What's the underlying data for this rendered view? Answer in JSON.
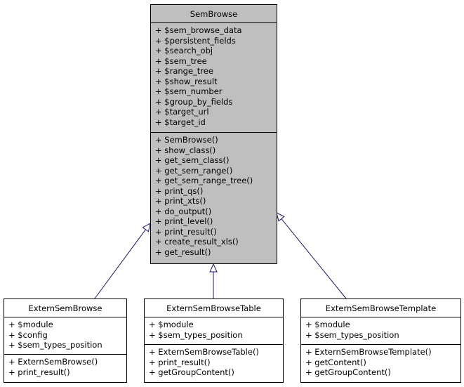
{
  "classes": [
    {
      "id": "SemBrowse",
      "title": "SemBrowse",
      "base": true,
      "attributes": [
        "+ $sem_browse_data",
        "+ $persistent_fields",
        "+ $search_obj",
        "+ $sem_tree",
        "+ $range_tree",
        "+ $show_result",
        "+ $sem_number",
        "+ $group_by_fields",
        "+ $target_url",
        "+ $target_id"
      ],
      "methods": [
        "+ SemBrowse()",
        "+ show_class()",
        "+ get_sem_class()",
        "+ get_sem_range()",
        "+ get_sem_range_tree()",
        "+ print_qs()",
        "+ print_xts()",
        "+ do_output()",
        "+ print_level()",
        "+ print_result()",
        "+ create_result_xls()",
        "+ get_result()"
      ]
    },
    {
      "id": "ExternSemBrowse",
      "title": "ExternSemBrowse",
      "attributes": [
        "+ $module",
        "+ $config",
        "+ $sem_types_position"
      ],
      "methods": [
        "+ ExternSemBrowse()",
        "+ print_result()"
      ]
    },
    {
      "id": "ExternSemBrowseTable",
      "title": "ExternSemBrowseTable",
      "attributes": [
        "+ $module",
        "+ $sem_types_position"
      ],
      "methods": [
        "+ ExternSemBrowseTable()",
        "+ print_result()",
        "+ getGroupContent()"
      ]
    },
    {
      "id": "ExternSemBrowseTemplate",
      "title": "ExternSemBrowseTemplate",
      "attributes": [
        "+ $module",
        "+ $sem_types_position"
      ],
      "methods": [
        "+ ExternSemBrowseTemplate()",
        "+ getContent()",
        "+ getGroupContent()"
      ]
    }
  ],
  "inheritance": [
    {
      "from": "ExternSemBrowse",
      "to": "SemBrowse"
    },
    {
      "from": "ExternSemBrowseTable",
      "to": "SemBrowse"
    },
    {
      "from": "ExternSemBrowseTemplate",
      "to": "SemBrowse"
    }
  ],
  "colors": {
    "edge": "#191970",
    "base_fill": "#bfbfbf"
  }
}
